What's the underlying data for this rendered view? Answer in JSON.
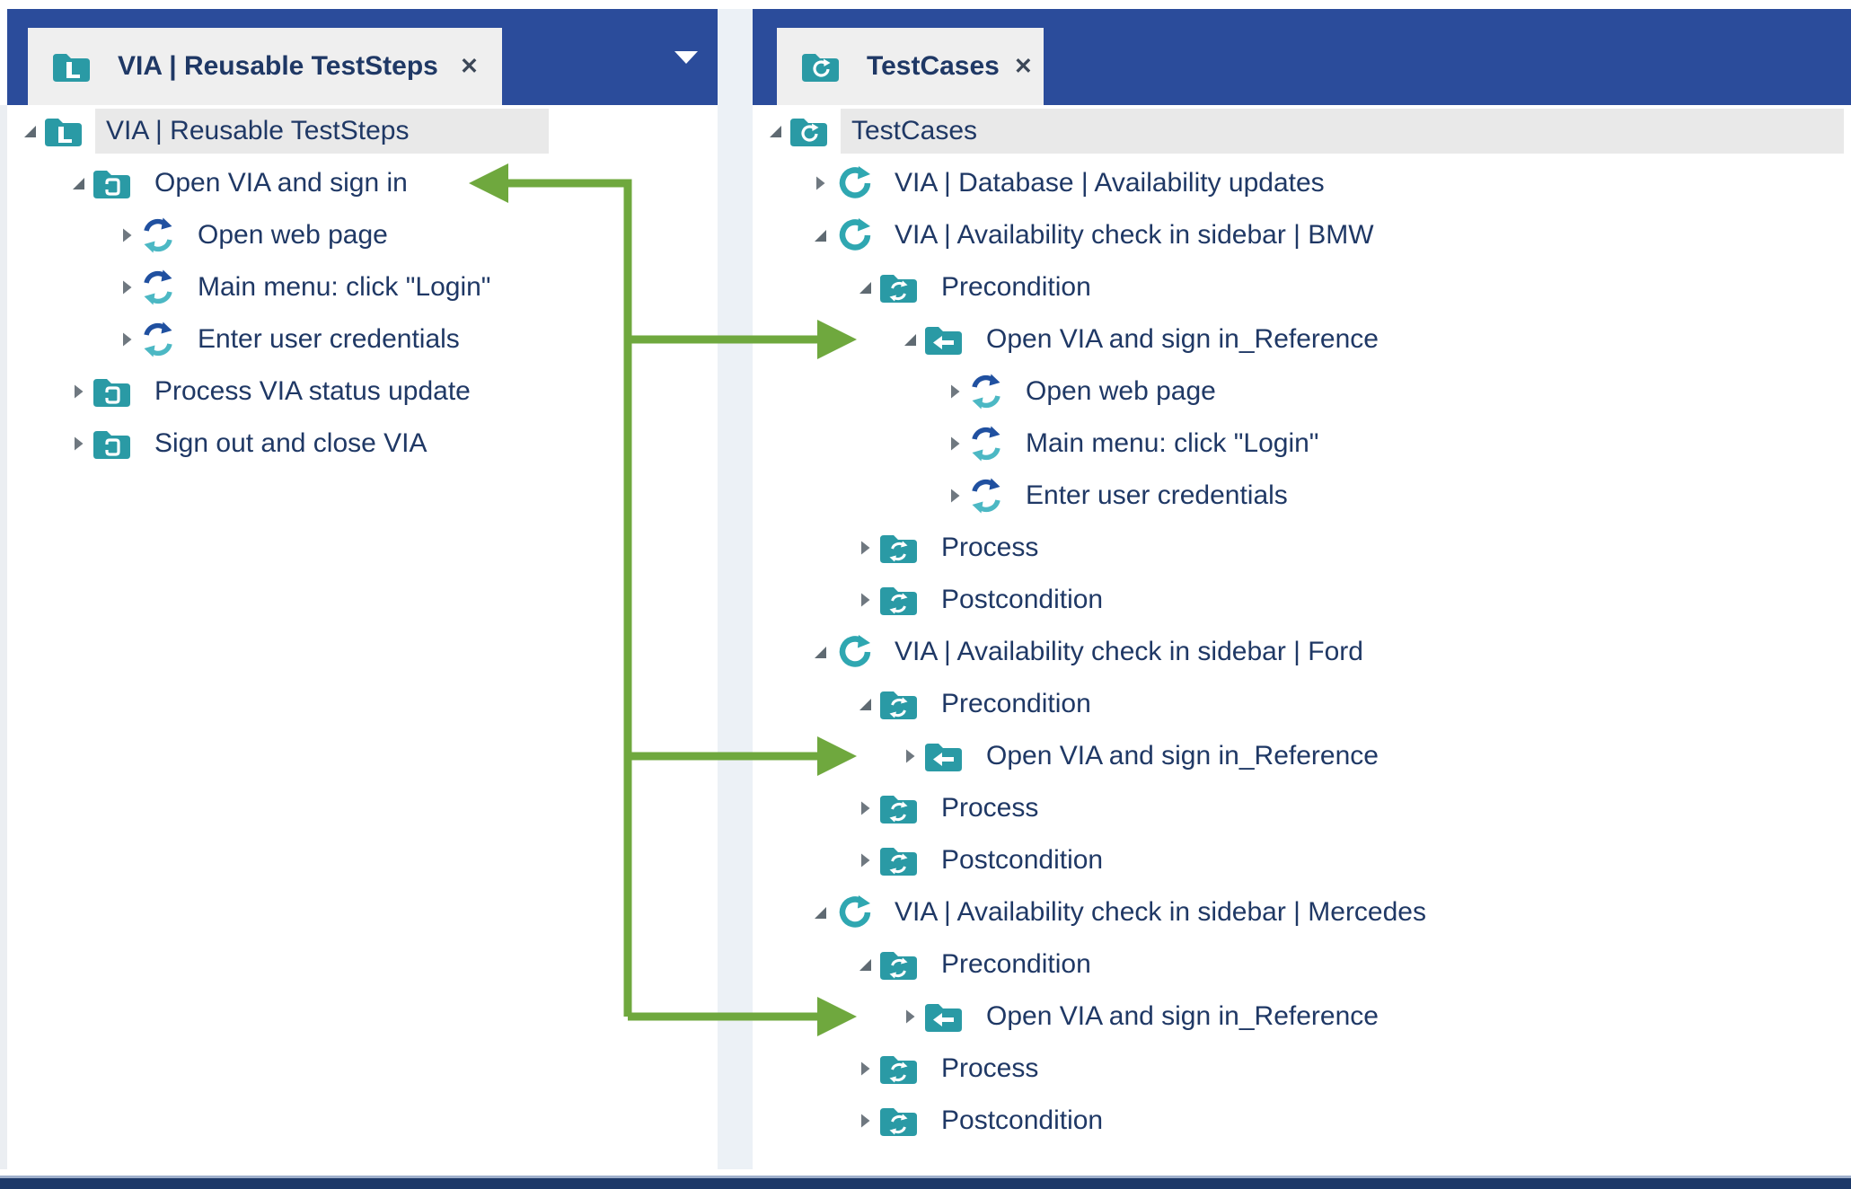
{
  "colors": {
    "header_blue": "#2B4C9B",
    "folder_teal": "#2A9AA5",
    "testcase_teal": "#2FA7B1",
    "teststep_blue": "#2050A0",
    "teststep_teal": "#4CB8C4",
    "text_navy": "#1F3865",
    "selected_gray": "#E9E9E9",
    "link_green": "#6FA83E"
  },
  "left_panel": {
    "tab": {
      "icon": "library-folder-icon",
      "label": "VIA | Reusable TestSteps",
      "close_label": "✕"
    },
    "tree": [
      {
        "label": "VIA | Reusable TestSteps",
        "icon": "library-folder-icon",
        "level": 0,
        "state": "expanded",
        "selected": true
      },
      {
        "label": "Open VIA and sign in",
        "icon": "reusable-folder-icon",
        "level": 1,
        "state": "expanded"
      },
      {
        "label": "Open web page",
        "icon": "teststep-icon",
        "level": 2,
        "state": "collapsed"
      },
      {
        "label": "Main menu: click \"Login\"",
        "icon": "teststep-icon",
        "level": 2,
        "state": "collapsed"
      },
      {
        "label": "Enter user credentials",
        "icon": "teststep-icon",
        "level": 2,
        "state": "collapsed"
      },
      {
        "label": "Process VIA status update",
        "icon": "reusable-folder-icon",
        "level": 1,
        "state": "collapsed"
      },
      {
        "label": "Sign out and close VIA",
        "icon": "reusable-folder-icon",
        "level": 1,
        "state": "collapsed"
      }
    ]
  },
  "right_panel": {
    "tab": {
      "icon": "testcases-folder-icon",
      "label": "TestCases",
      "close_label": "✕"
    },
    "tree": [
      {
        "label": "TestCases",
        "icon": "testcases-folder-icon",
        "level": 0,
        "state": "expanded",
        "selected": true
      },
      {
        "label": "VIA | Database | Availability updates",
        "icon": "testcase-icon",
        "level": 1,
        "state": "collapsed"
      },
      {
        "label": "VIA | Availability check in sidebar | BMW",
        "icon": "testcase-icon",
        "level": 1,
        "state": "expanded"
      },
      {
        "label": "Precondition",
        "icon": "refresh-folder-icon",
        "level": 2,
        "state": "expanded"
      },
      {
        "label": "Open VIA and sign in_Reference",
        "icon": "reference-folder-icon",
        "level": 3,
        "state": "expanded"
      },
      {
        "label": "Open web page",
        "icon": "teststep-icon",
        "level": 4,
        "state": "collapsed"
      },
      {
        "label": "Main menu: click \"Login\"",
        "icon": "teststep-icon",
        "level": 4,
        "state": "collapsed"
      },
      {
        "label": "Enter user credentials",
        "icon": "teststep-icon",
        "level": 4,
        "state": "collapsed"
      },
      {
        "label": "Process",
        "icon": "refresh-folder-icon",
        "level": 2,
        "state": "collapsed"
      },
      {
        "label": "Postcondition",
        "icon": "refresh-folder-icon",
        "level": 2,
        "state": "collapsed"
      },
      {
        "label": "VIA | Availability check in sidebar | Ford",
        "icon": "testcase-icon",
        "level": 1,
        "state": "expanded"
      },
      {
        "label": "Precondition",
        "icon": "refresh-folder-icon",
        "level": 2,
        "state": "expanded"
      },
      {
        "label": "Open VIA and sign in_Reference",
        "icon": "reference-folder-icon",
        "level": 3,
        "state": "collapsed"
      },
      {
        "label": "Process",
        "icon": "refresh-folder-icon",
        "level": 2,
        "state": "collapsed"
      },
      {
        "label": "Postcondition",
        "icon": "refresh-folder-icon",
        "level": 2,
        "state": "collapsed"
      },
      {
        "label": "VIA | Availability check in sidebar | Mercedes",
        "icon": "testcase-icon",
        "level": 1,
        "state": "expanded"
      },
      {
        "label": "Precondition",
        "icon": "refresh-folder-icon",
        "level": 2,
        "state": "expanded"
      },
      {
        "label": "Open VIA and sign in_Reference",
        "icon": "reference-folder-icon",
        "level": 3,
        "state": "collapsed"
      },
      {
        "label": "Process",
        "icon": "refresh-folder-icon",
        "level": 2,
        "state": "collapsed"
      },
      {
        "label": "Postcondition",
        "icon": "refresh-folder-icon",
        "level": 2,
        "state": "collapsed"
      }
    ]
  },
  "annotations": {
    "source_row": {
      "panel": "left_panel",
      "index": 1
    },
    "target_rows": {
      "panel": "right_panel",
      "indexes": [
        4,
        12,
        17
      ]
    }
  }
}
